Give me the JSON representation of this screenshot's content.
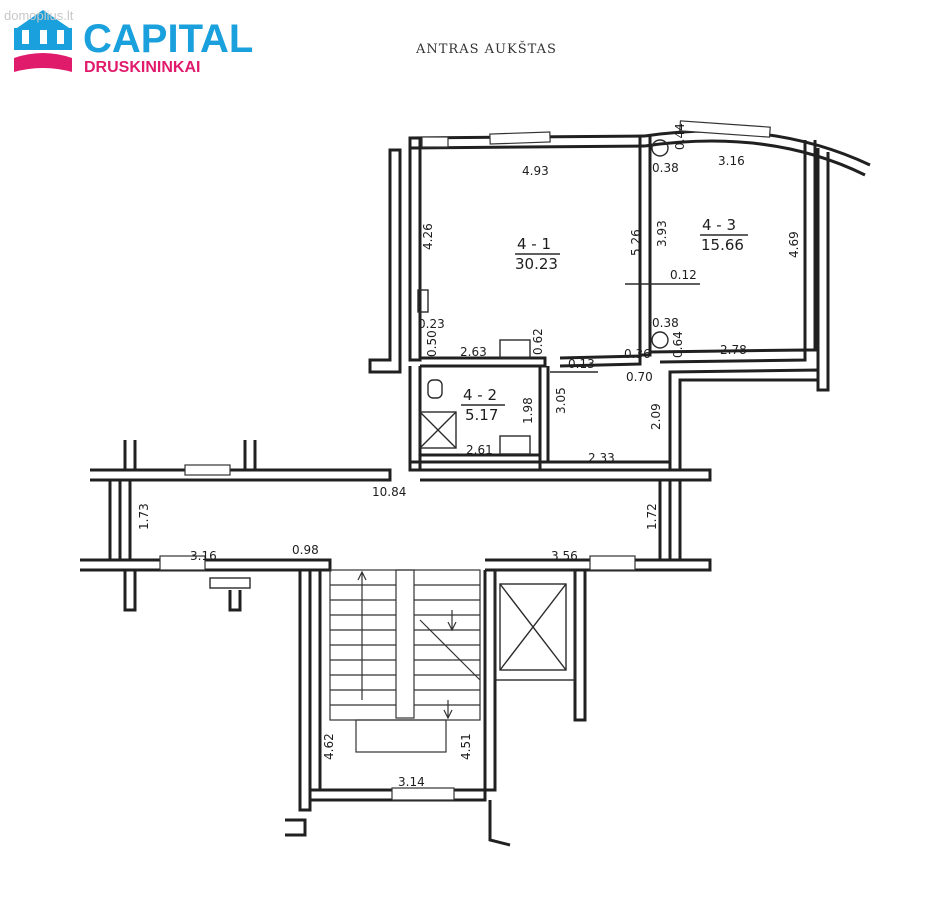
{
  "watermark": "domoplius.lt",
  "logo": {
    "brand": "CAPITAL",
    "location": "DRUSKININKAI",
    "brand_color": "#1aa0dc",
    "accent_color": "#e01b6c"
  },
  "floor_title": "ANTRAS AUKŠTAS",
  "rooms": [
    {
      "id": "4 - 1",
      "area": "30.23"
    },
    {
      "id": "4 - 3",
      "area": "15.66"
    },
    {
      "id": "4 - 2",
      "area": "5.17"
    }
  ],
  "dimensions": {
    "d_4_93": "4.93",
    "d_0_44": "0.44",
    "d_0_38_top": "0.38",
    "d_3_16_top": "3.16",
    "d_4_26": "4.26",
    "d_5_26": "5.26",
    "d_3_93": "3.93",
    "d_4_69": "4.69",
    "d_0_12": "0.12",
    "d_0_23": "0.23",
    "d_0_38_mid": "0.38",
    "d_0_50": "0.50",
    "d_2_63": "2.63",
    "d_0_62": "0.62",
    "d_0_13": "0.13",
    "d_0_36": "0.36",
    "d_0_64": "0.64",
    "d_2_78": "2.78",
    "d_0_70": "0.70",
    "d_3_05": "3.05",
    "d_1_98": "1.98",
    "d_2_09": "2.09",
    "d_2_61": "2.61",
    "d_2_33": "2.33",
    "d_10_84": "10.84",
    "d_1_73": "1.73",
    "d_1_72": "1.72",
    "d_3_16_bottom": "3.16",
    "d_0_98": "0.98",
    "d_3_56": "3.56",
    "d_4_62": "4.62",
    "d_4_51": "4.51",
    "d_3_14": "3.14"
  }
}
